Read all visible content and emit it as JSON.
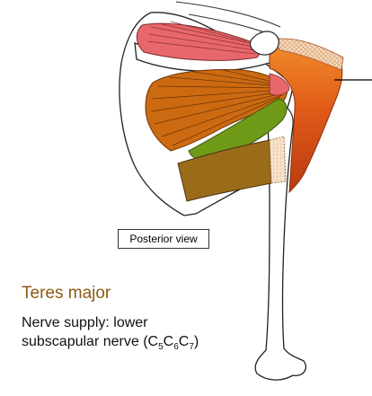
{
  "view_label": "Posterior view",
  "muscle": {
    "name": "Teres major",
    "nerve_prefix": "Nerve supply: lower",
    "nerve_name": "subscapular nerve (C",
    "roots": [
      "5",
      "6",
      "7"
    ],
    "nerve_suffix": ")"
  },
  "colors": {
    "supraspinatus": "#e8676b",
    "infraspinatus": "#cc6a12",
    "teres_minor": "#6e9a18",
    "teres_major": "#9a6c1a",
    "deltoid": "#e15e16",
    "title_color": "#8b5a12"
  }
}
